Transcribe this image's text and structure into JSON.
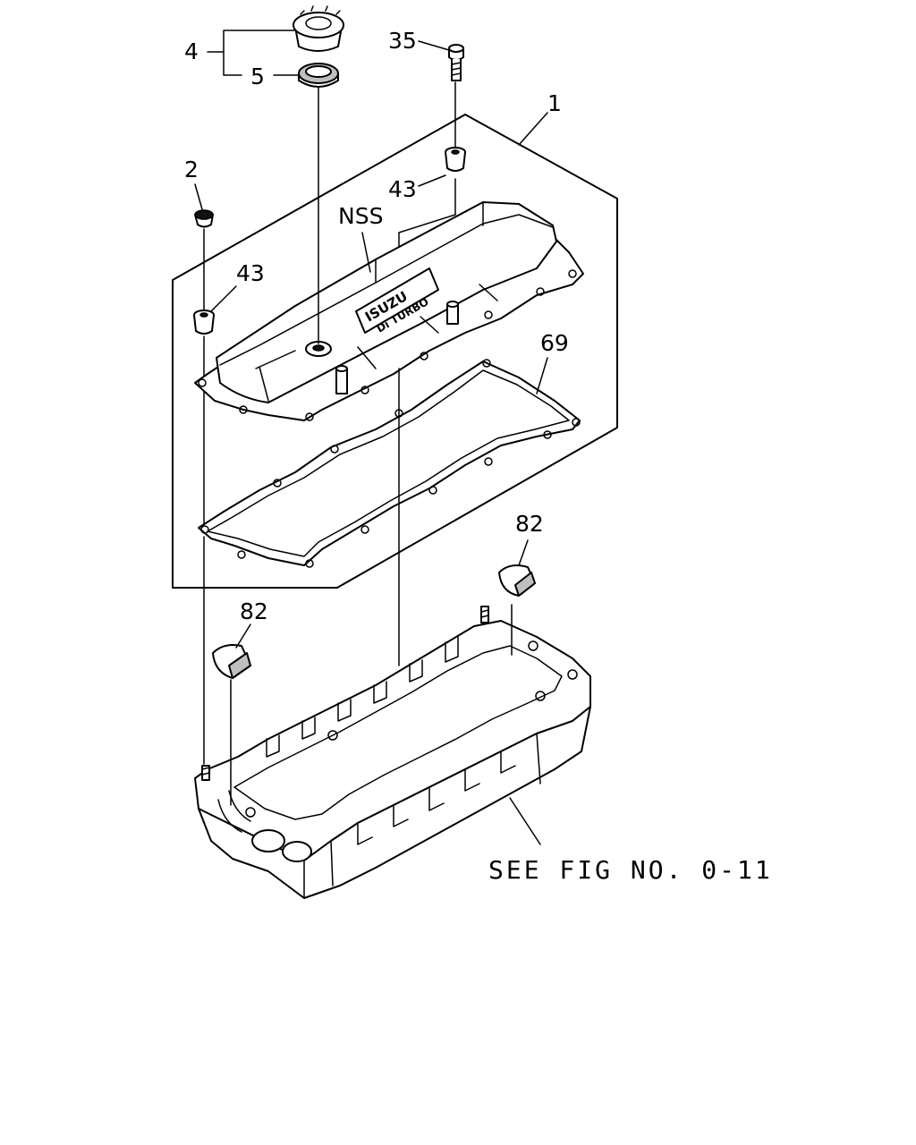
{
  "callouts": {
    "c1": "1",
    "c2": "2",
    "c4": "4",
    "c5": "5",
    "c35": "35",
    "c43a": "43",
    "c43b": "43",
    "c69": "69",
    "c82a": "82",
    "c82b": "82",
    "nss": "NSS"
  },
  "reference_note": "SEE FIG NO. 0-11",
  "cover_logo": {
    "line1": "ISUZU",
    "line2": "Di TURBO"
  }
}
